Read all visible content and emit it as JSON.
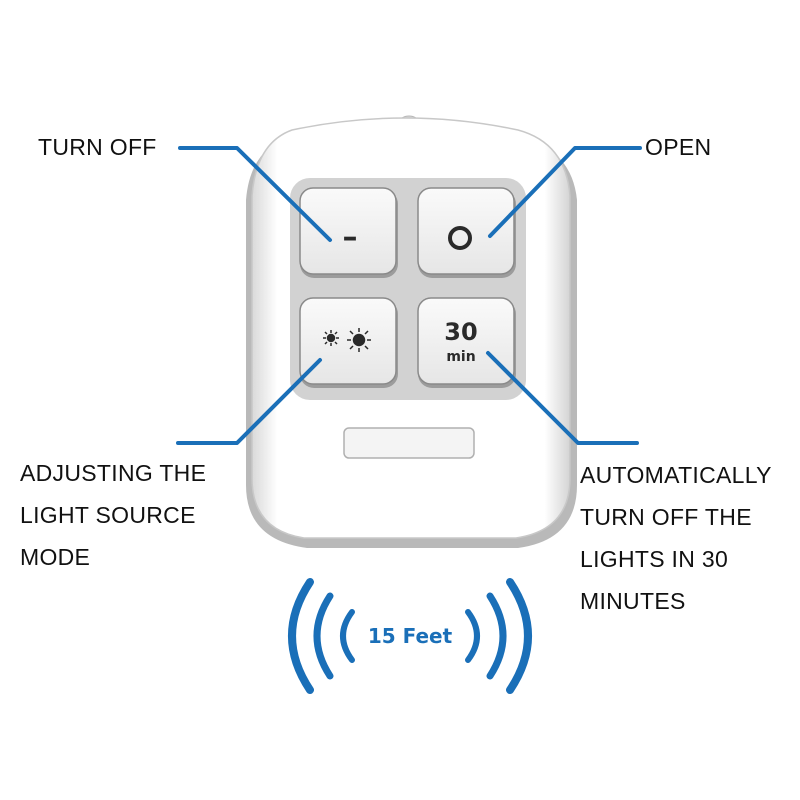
{
  "labels": {
    "turn_off": "TURN OFF",
    "open": "OPEN",
    "adjusting": [
      "ADJUSTING THE",
      "LIGHT SOURCE",
      "MODE"
    ],
    "auto": [
      "AUTOMATICALLY",
      "TURN OFF THE",
      "LIGHTS IN 30",
      "MINUTES"
    ]
  },
  "buttons": {
    "off_symbol": "–",
    "timer_number": "30",
    "timer_unit": "min"
  },
  "range": "15 Feet",
  "colors": {
    "leader_line": "#1a6fb8",
    "signal": "#1a6fb8",
    "remote_body": "#ffffff",
    "remote_shadow": "#b8b8b8",
    "button_face": "#f2f2f2"
  },
  "icons": {
    "off_button": "minus-icon",
    "open_button": "circle-icon",
    "mode_button": "brightness-icon",
    "timer_button": "timer-30-icon",
    "range": "wireless-signal-icon"
  }
}
